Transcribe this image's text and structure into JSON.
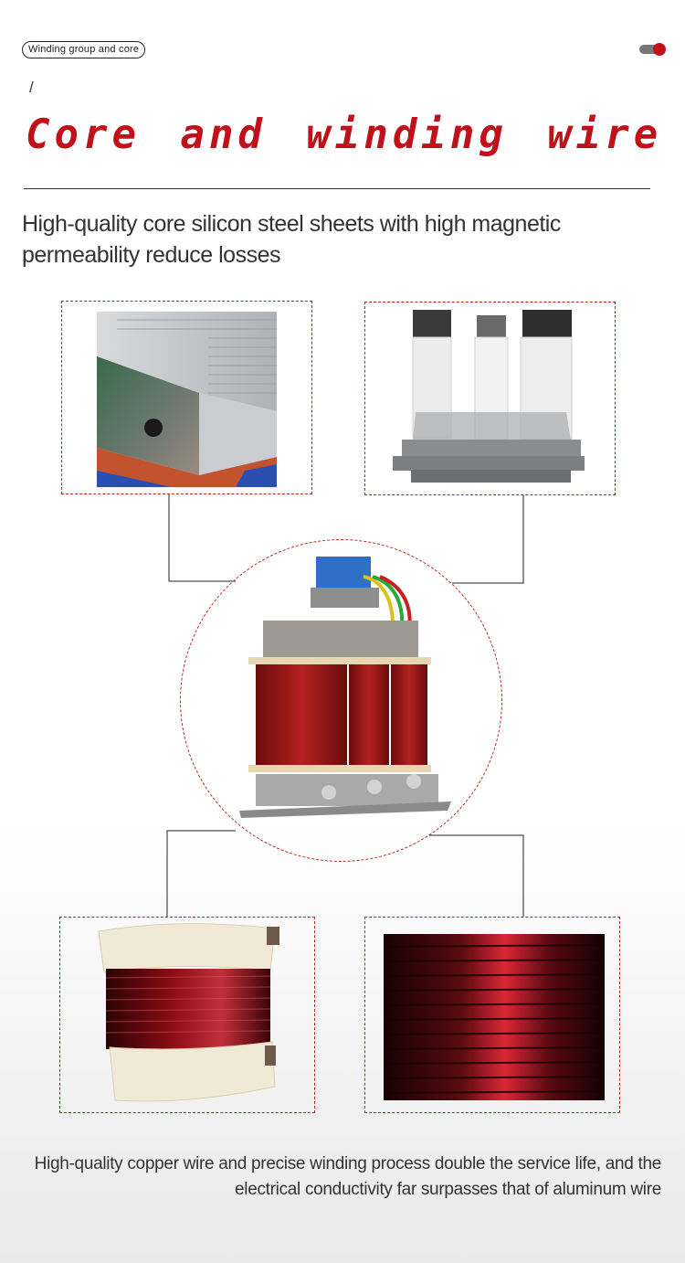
{
  "header": {
    "tag_label": "Winding group and core",
    "slash": "/",
    "title": "Core and winding wire"
  },
  "colors": {
    "accent": "#c0111a",
    "text": "#333333"
  },
  "section_core": {
    "description": "High-quality core silicon steel sheets with high magnetic permeability reduce losses"
  },
  "section_winding": {
    "description": "High-quality copper wire and precise winding process double the service life, and the electrical conductivity far surpasses that of aluminum wire"
  },
  "icons": [
    "toggle-icon"
  ]
}
